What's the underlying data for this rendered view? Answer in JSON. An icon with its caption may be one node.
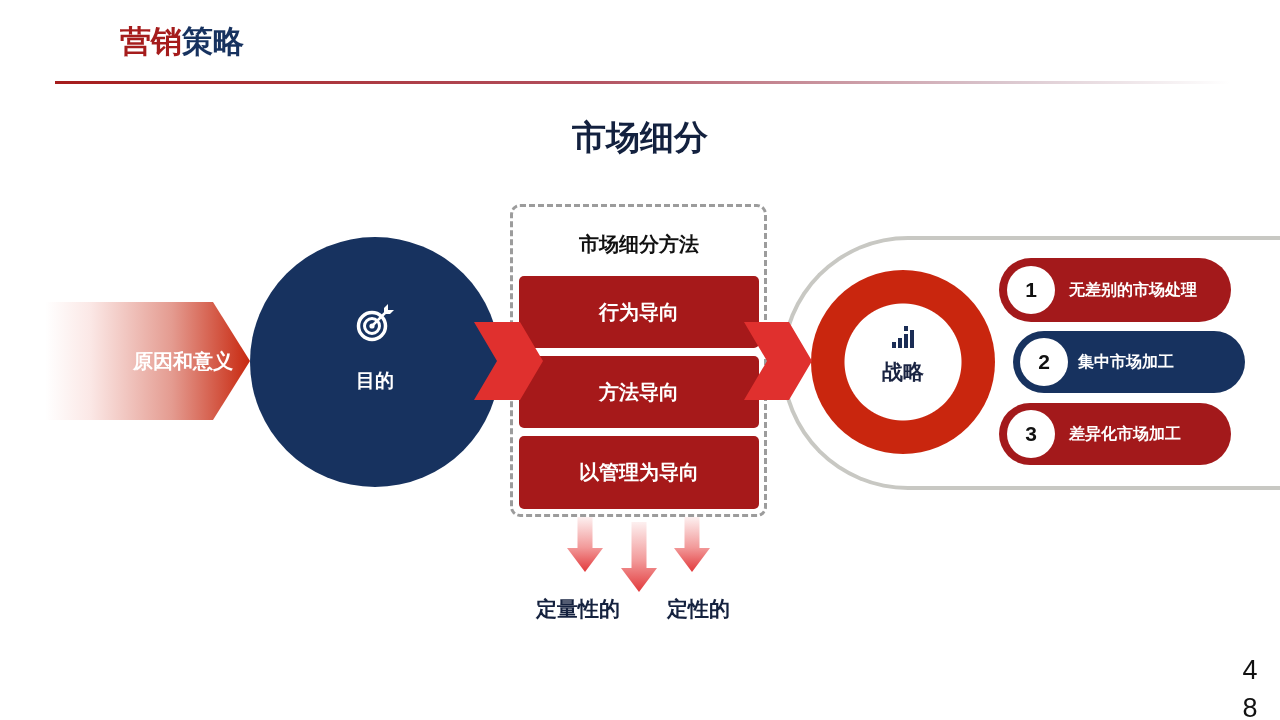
{
  "diagram": {
    "title": "市场细分",
    "nodes": [
      {
        "text": [
          "原因和意义"
        ]
      },
      {
        "text": [
          "目的"
        ]
      },
      {
        "text": [
          "市场细分方法"
        ]
      },
      {
        "text": [
          "行为导向"
        ],
        "in": 2
      },
      {
        "text": [
          "方法导向"
        ],
        "in": 2
      },
      {
        "text": [
          "以管理为导向"
        ],
        "in": 2
      },
      {
        "text": [],
        "shape": "box"
      },
      {
        "text": [
          "战略"
        ],
        "in": 6
      },
      {
        "text": [
          "无差别的市场处理"
        ],
        "in": 6
      },
      {
        "text": [
          "1"
        ],
        "in": 8
      },
      {
        "text": [
          "集中市场加工"
        ],
        "in": 6
      },
      {
        "text": [
          "2"
        ],
        "in": 10
      },
      {
        "text": [
          "差异化市场加工"
        ],
        "in": 6
      },
      {
        "text": [
          "3"
        ],
        "in": 12
      },
      {
        "text": [
          "定量性的"
        ]
      },
      {
        "text": [
          "定性的"
        ]
      }
    ],
    "edges": [
      {
        "from": 1,
        "to": 2,
        "arrow": "to",
        "style": "thick",
        "color": "#e0302e"
      },
      {
        "from": 2,
        "to": 7,
        "arrow": "to",
        "style": "thick",
        "color": "#e0302e"
      },
      {
        "from": 2,
        "to": 14,
        "arrow": "to"
      },
      {
        "from": 2,
        "to": null,
        "arrow": "to"
      },
      {
        "from": 2,
        "to": 15,
        "arrow": "to"
      }
    ],
    "labels": [
      "营销策略",
      "48"
    ]
  }
}
